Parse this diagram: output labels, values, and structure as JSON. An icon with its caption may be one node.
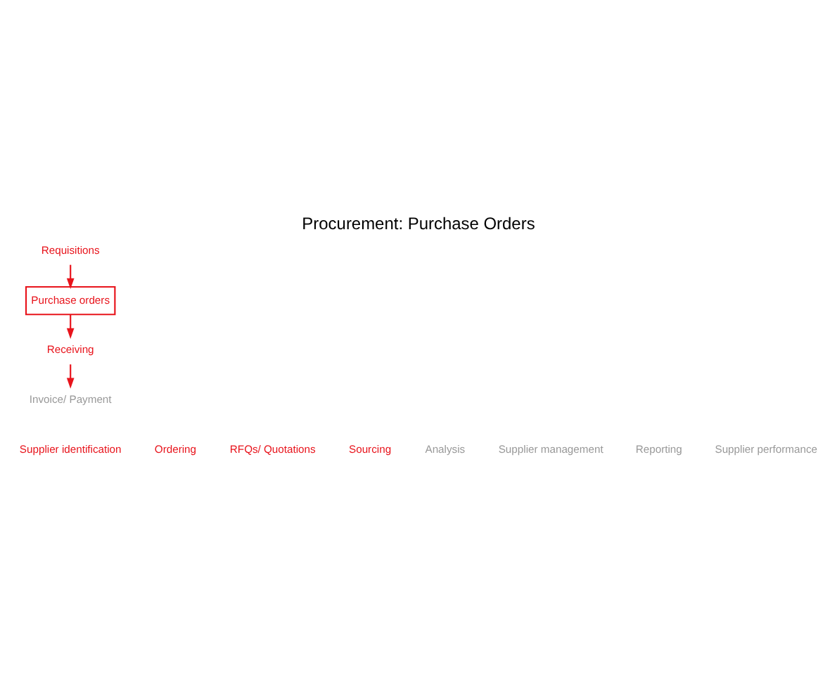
{
  "diagram": {
    "title": "Procurement: Purchase Orders",
    "nodes": [
      {
        "text": [
          "Requisitions"
        ]
      },
      {
        "text": [
          "Purchase orders"
        ]
      },
      {
        "text": [
          "Receiving"
        ]
      },
      {
        "text": [
          "Invoice/ Payment"
        ]
      }
    ],
    "edges": [
      {
        "from": 0,
        "to": 1,
        "arrow": "to"
      },
      {
        "from": 1,
        "to": 2,
        "arrow": "to"
      },
      {
        "from": 2,
        "to": 3,
        "arrow": "to"
      }
    ],
    "labels": [
      "Supplier identification",
      "Ordering",
      "RFQs/ Quotations",
      "Sourcing",
      "Analysis",
      "Supplier management",
      "Reporting",
      "Supplier performance"
    ]
  }
}
